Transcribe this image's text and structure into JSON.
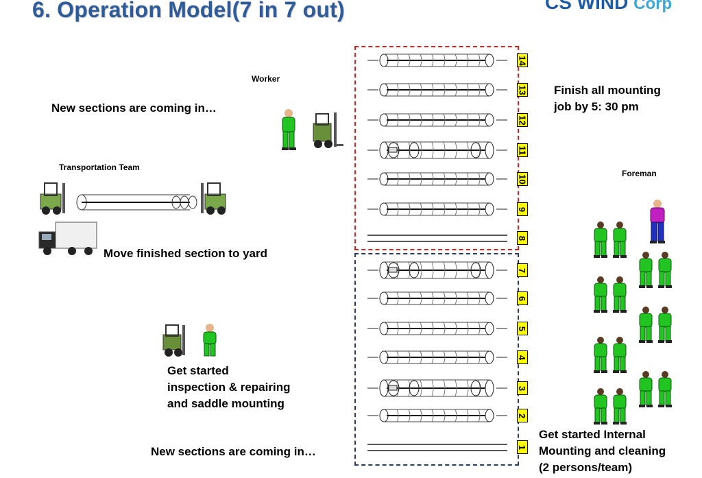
{
  "header": {
    "title": "6. Operation Model(7 in 7 out)",
    "logo_text": "CS WIND",
    "logo_suffix": "Corp"
  },
  "labels": {
    "new_sections_top": "New sections are coming in…",
    "worker": "Worker",
    "transportation_team": "Transportation Team",
    "move_finished": "Move finished section to yard",
    "get_started_inspection": [
      "Get started",
      "inspection & repairing",
      "and saddle mounting"
    ],
    "new_sections_bottom": "New sections are coming in…",
    "finish_all": [
      "Finish all mounting",
      "job by 5: 30 pm"
    ],
    "foreman": "Foreman",
    "get_started_internal": [
      "Get started Internal",
      "Mounting  and cleaning",
      "(2 persons/team)"
    ]
  },
  "slots_top": [
    "14",
    "13",
    "12",
    "11",
    "10",
    "9",
    "8"
  ],
  "slots_bottom": [
    "7",
    "6",
    "5",
    "4",
    "3",
    "2",
    "1"
  ],
  "colors": {
    "title": "#2e5b9a",
    "top_box_border": "#e02020",
    "bottom_box_border": "#2a3a6a",
    "slot_fill": "#ffff00",
    "worker_green": "#22c422",
    "foreman_shirt": "#c020c0",
    "foreman_pants": "#2030c0"
  }
}
